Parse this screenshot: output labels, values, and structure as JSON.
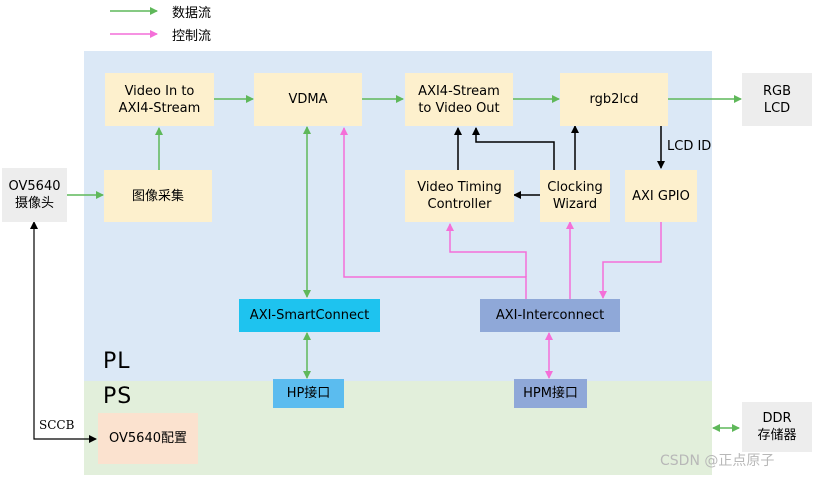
{
  "legend": {
    "data_flow": "数据流",
    "control_flow": "控制流"
  },
  "colors": {
    "data_flow": "#5fb85a",
    "control_flow": "#f46fd8",
    "signal": "#000000",
    "pl_region": "#dbe8f6",
    "ps_region": "#e2efdb"
  },
  "regions": {
    "pl": "PL",
    "ps": "PS"
  },
  "blocks": {
    "video_in": "Video In to\nAXI4-Stream",
    "vdma": "VDMA",
    "axi4_stream_out": "AXI4-Stream\nto Video Out",
    "rgb2lcd": "rgb2lcd",
    "rgb_lcd": "RGB\nLCD",
    "image_capture": "图像采集",
    "ov5640_camera": "OV5640\n摄像头",
    "video_timing": "Video Timing\nController",
    "clocking_wizard": "Clocking\nWizard",
    "axi_gpio": "AXI GPIO",
    "axi_smartconnect": "AXI-SmartConnect",
    "axi_interconnect": "AXI-Interconnect",
    "hp_port": "HP接口",
    "hpm_port": "HPM接口",
    "ov5640_config": "OV5640配置",
    "ddr": "DDR\n存储器"
  },
  "labels": {
    "lcd_id": "LCD ID",
    "sccb": "SCCB",
    "watermark": "CSDN @正点原子"
  }
}
